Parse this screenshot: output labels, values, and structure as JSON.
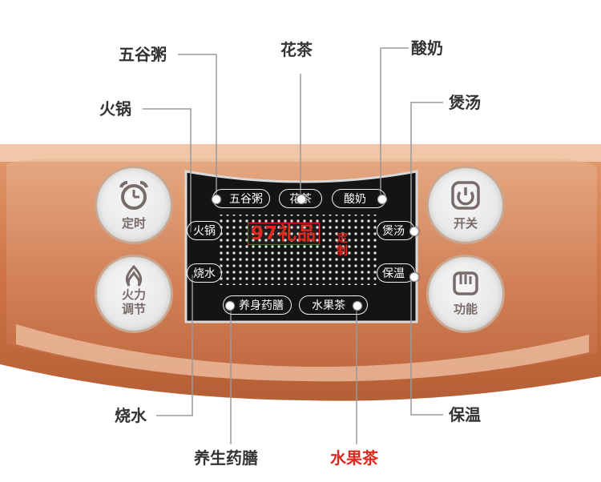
{
  "callouts": {
    "wugu_zhou": "五谷粥",
    "hua_cha": "花茶",
    "suan_nai": "酸奶",
    "huo_guo": "火锅",
    "bao_tang": "煲汤",
    "shao_shui": "烧水",
    "bao_wen": "保温",
    "yangsheng_yaoshan": "养生药膳",
    "shuiguo_cha": "水果茶"
  },
  "panel": {
    "wugu_zhou": "五谷粥",
    "hua_cha": "花茶",
    "suan_nai": "酸奶",
    "huo_guo": "火锅",
    "bao_tang": "煲汤",
    "shao_shui": "烧水",
    "bao_wen": "保温",
    "yangshen_yaoshan": "养身药膳",
    "shuiguo_cha": "水果茶"
  },
  "buttons": {
    "timer_label": "定时",
    "power_label": "开关",
    "heat_label_1": "火力",
    "heat_label_2": "调节",
    "function_label": "功能"
  },
  "watermark": {
    "number": "97礼品",
    "vertical": "定制"
  },
  "colors": {
    "body_orange": "#d27a4e",
    "panel_black": "#141414",
    "callout_red": "#e0281e",
    "callout_text": "#333333"
  }
}
